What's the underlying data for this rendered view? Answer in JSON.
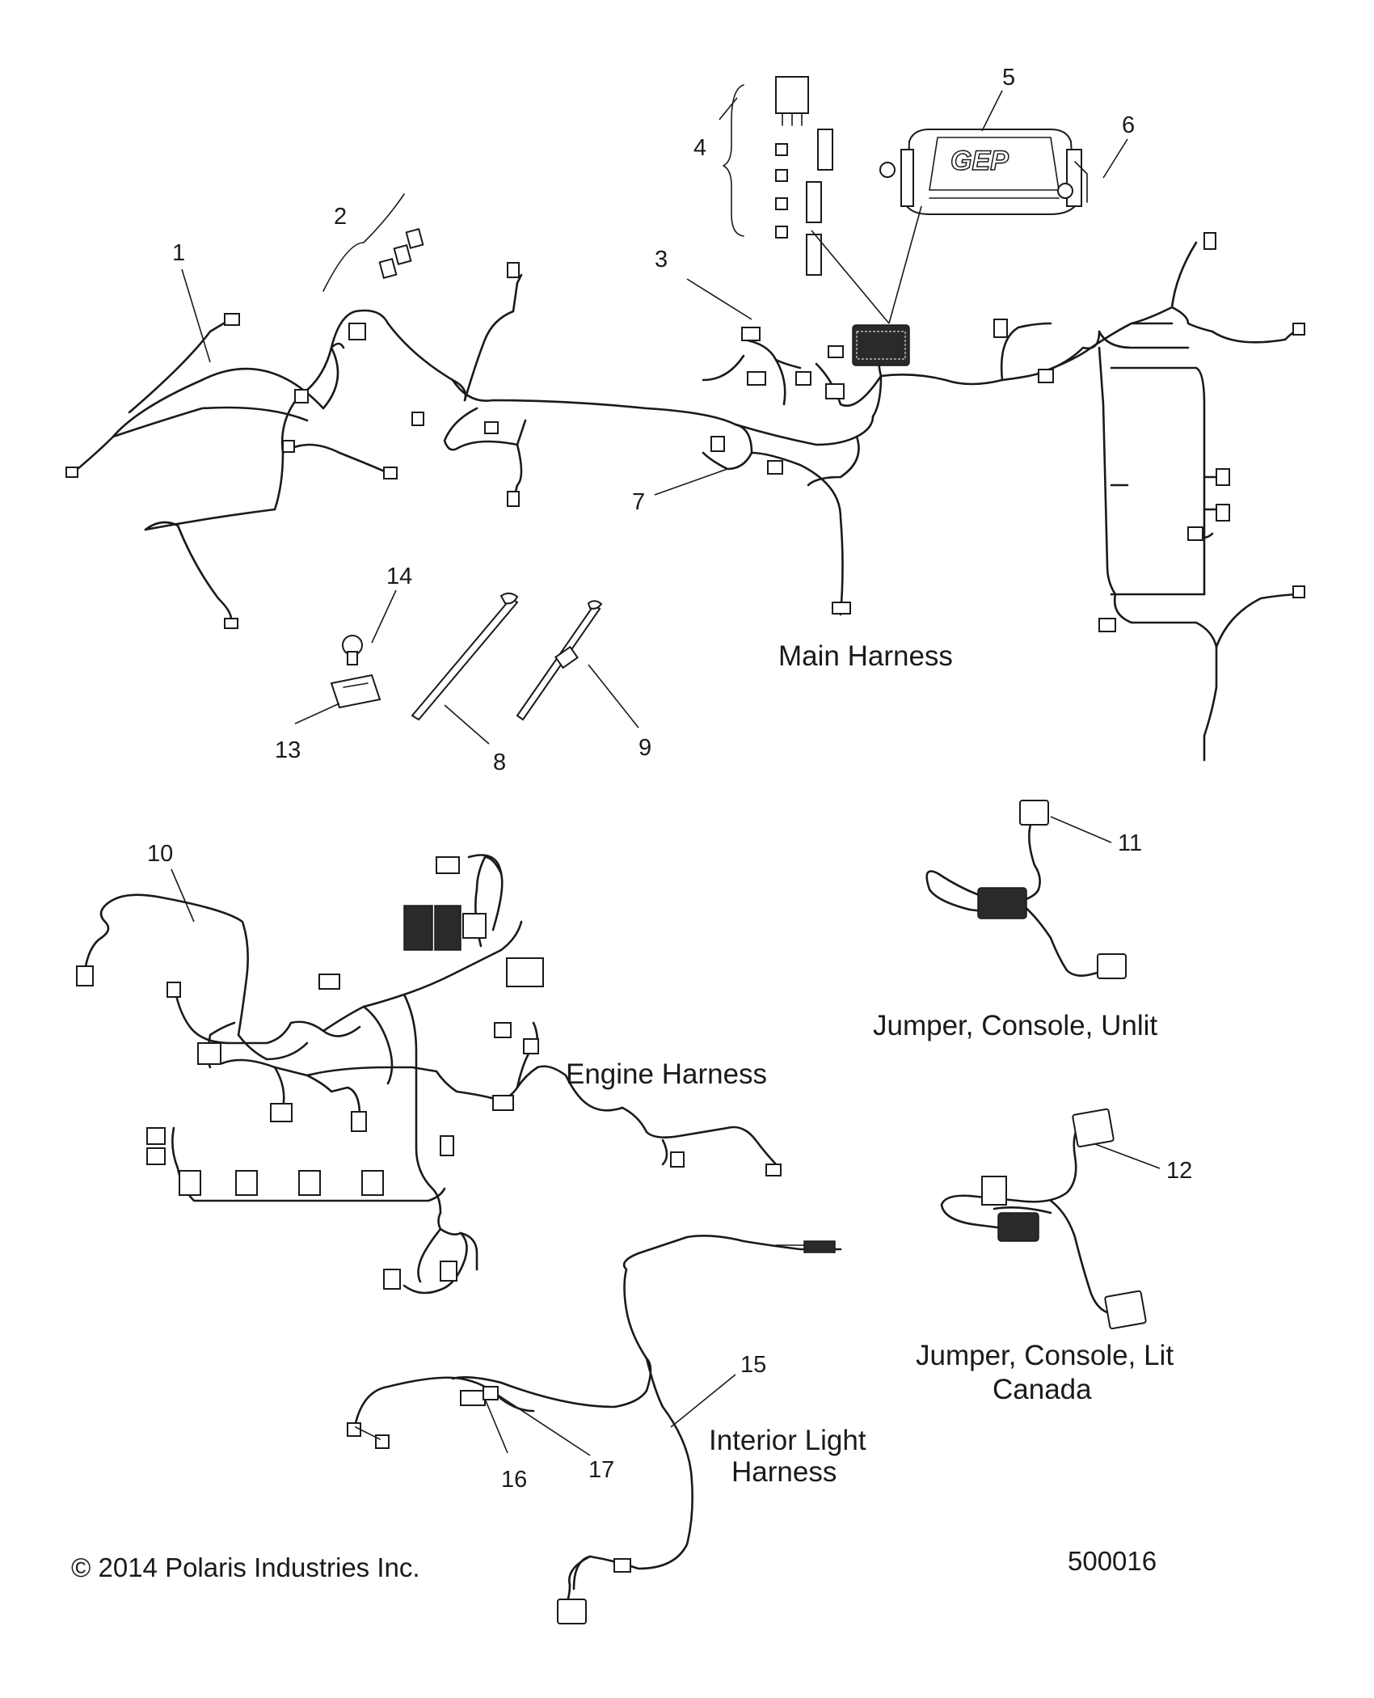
{
  "callouts": [
    {
      "id": "1",
      "text": "1"
    },
    {
      "id": "2",
      "text": "2"
    },
    {
      "id": "3",
      "text": "3"
    },
    {
      "id": "4",
      "text": "4"
    },
    {
      "id": "5",
      "text": "5"
    },
    {
      "id": "6",
      "text": "6"
    },
    {
      "id": "7",
      "text": "7"
    },
    {
      "id": "8",
      "text": "8"
    },
    {
      "id": "9",
      "text": "9"
    },
    {
      "id": "10",
      "text": "10"
    },
    {
      "id": "11",
      "text": "11"
    },
    {
      "id": "12",
      "text": "12"
    },
    {
      "id": "13",
      "text": "13"
    },
    {
      "id": "14",
      "text": "14"
    },
    {
      "id": "15",
      "text": "15"
    },
    {
      "id": "16",
      "text": "16"
    },
    {
      "id": "17",
      "text": "17"
    }
  ],
  "labels": {
    "main_harness": "Main Harness",
    "engine_harness": "Engine Harness",
    "jumper_unlit": "Jumper, Console, Unlit",
    "jumper_lit_line1": "Jumper, Console, Lit",
    "jumper_lit_line2": "Canada",
    "interior_line1": "Interior Light",
    "interior_line2": "Harness"
  },
  "fuse_box_logo": "GEP",
  "copyright": "© 2014 Polaris Industries Inc.",
  "drawing_number": "500016"
}
